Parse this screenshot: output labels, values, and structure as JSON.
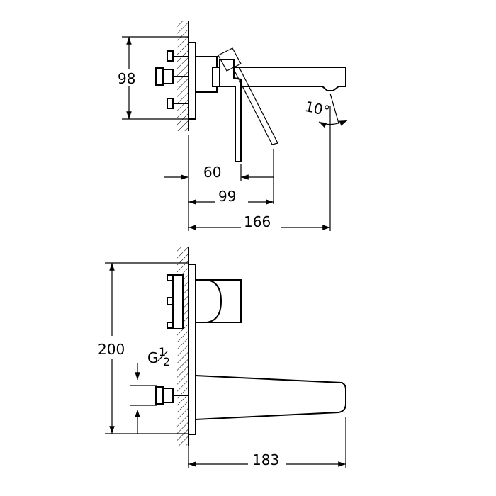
{
  "top_view": {
    "dims": {
      "height": "98",
      "lever": "60",
      "handle": "99",
      "spout": "166",
      "angle": "10°"
    }
  },
  "side_view": {
    "dims": {
      "height": "200",
      "spout": "183",
      "thread_g": "G",
      "thread_num": "1",
      "thread_den": "2"
    }
  }
}
